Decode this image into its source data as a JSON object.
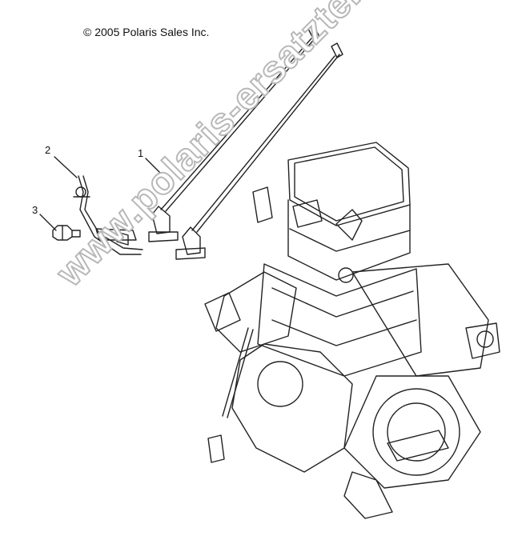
{
  "diagram": {
    "copyright": "© 2005 Polaris Sales Inc.",
    "callouts": [
      "1",
      "2",
      "3"
    ],
    "watermark": "www.polaris-ersatzteile.de",
    "colors": {
      "line": "#222222",
      "background": "#ffffff",
      "watermark_outline": "#b8b8b8"
    },
    "parts": [
      {
        "callout": "1",
        "icon": "breather-hose-icon"
      },
      {
        "callout": "2",
        "icon": "fuel-line-clamp-icon"
      },
      {
        "callout": "3",
        "icon": "fitting-bolt-icon"
      }
    ]
  }
}
